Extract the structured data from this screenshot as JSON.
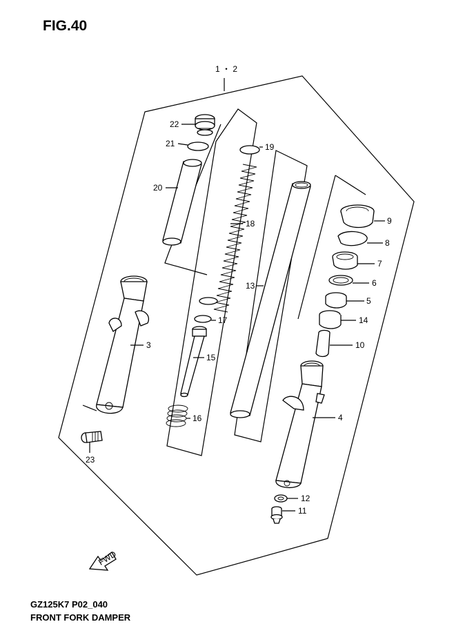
{
  "figure": {
    "title": "FIG.40",
    "model_code": "GZ125K7 P02_040",
    "name": "FRONT FORK  DAMPER",
    "assembly_label": "1 ・ 2",
    "direction_label": "FWD"
  },
  "callouts": {
    "c3": "3",
    "c4": "4",
    "c5": "5",
    "c6": "6",
    "c7": "7",
    "c8": "8",
    "c9": "9",
    "c10": "10",
    "c11": "11",
    "c12": "12",
    "c13": "13",
    "c14": "14",
    "c15": "15",
    "c16": "16",
    "c17": "17",
    "c18": "18",
    "c19": "19",
    "c20": "20",
    "c21": "21",
    "c22": "22",
    "c23": "23"
  }
}
